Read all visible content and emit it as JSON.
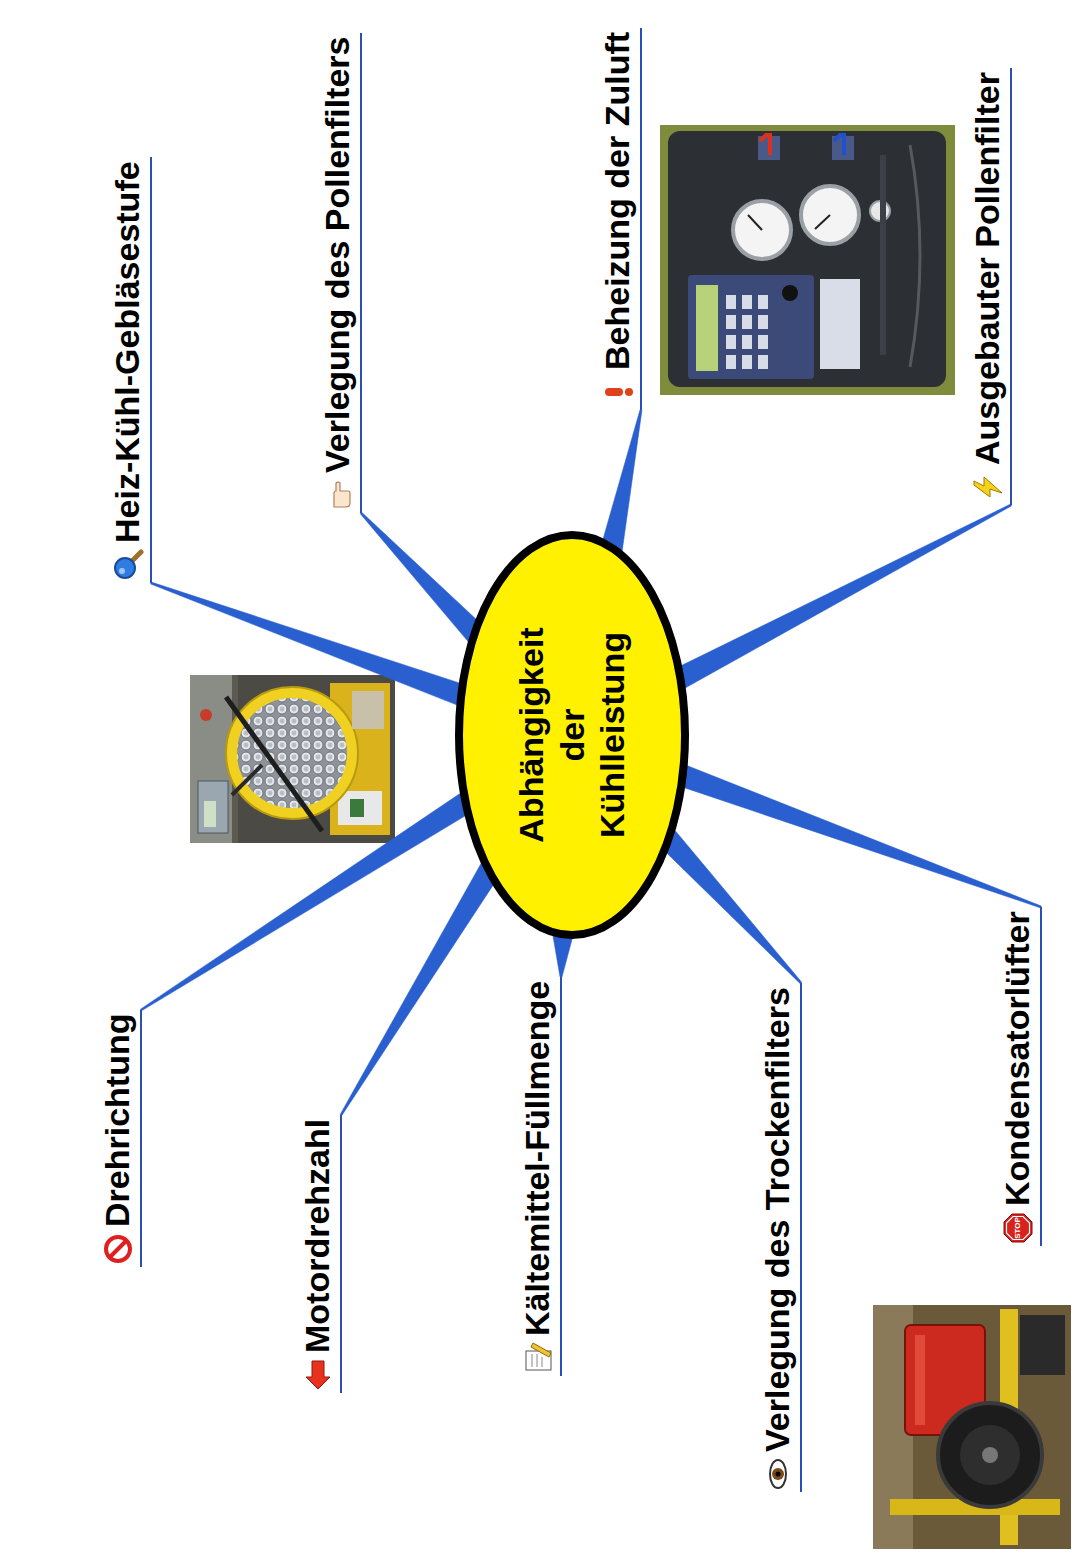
{
  "diagram": {
    "nodes": [
      {
        "text": [
          "Abhängigkeit der Kühlleistung"
        ]
      },
      {
        "text": [
          "Drehrichtung"
        ]
      },
      {
        "text": [
          "Motordrehzahl"
        ]
      },
      {
        "text": [
          "Kältemittel-Füllmenge"
        ]
      },
      {
        "text": [
          "Verlegung des Trockenfilters"
        ]
      },
      {
        "text": [
          "Kondensatorlüfter"
        ]
      },
      {
        "text": [
          "Heiz-Kühl-Gebläsestufe"
        ]
      },
      {
        "text": [
          "Verlegung des Pollenfilters"
        ]
      },
      {
        "text": [
          "Beheizung der Zuluft"
        ]
      },
      {
        "text": [
          "Ausgebauter Pollenfilter"
        ]
      }
    ],
    "edges": [
      {
        "from": 0,
        "to": 1,
        "arrow": "none"
      },
      {
        "from": 0,
        "to": 2,
        "arrow": "none"
      },
      {
        "from": 0,
        "to": 3,
        "arrow": "none"
      },
      {
        "from": 0,
        "to": 4,
        "arrow": "none"
      },
      {
        "from": 0,
        "to": 5,
        "arrow": "none"
      },
      {
        "from": 0,
        "to": 6,
        "arrow": "none"
      },
      {
        "from": 0,
        "to": 7,
        "arrow": "none"
      },
      {
        "from": 0,
        "to": 8,
        "arrow": "none"
      },
      {
        "from": 0,
        "to": 9,
        "arrow": "none"
      }
    ],
    "labels": [
      "STOP"
    ]
  }
}
